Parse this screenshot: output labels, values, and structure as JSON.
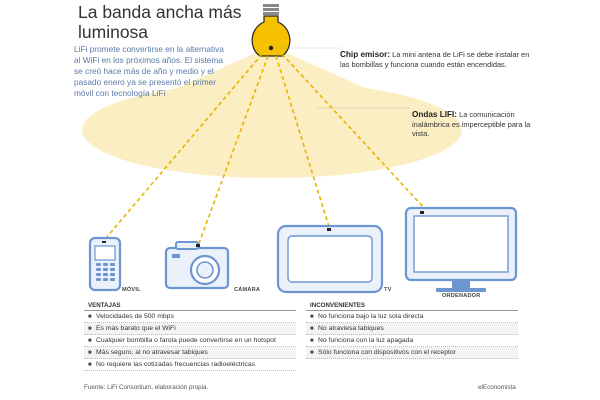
{
  "title": "La banda ancha más luminosa",
  "intro": "LiFi promete convertirse en la alternativa al WiFi en los próximos años. El sistema se creó hace más de año y medio y el pasado enero ya se presentó el primer móvil con tecnología LiFi",
  "chip": {
    "label": "Chip emisor:",
    "text": "La mini antena de LiFi se debe instalar en las bombillas y funciona cuando están encendidas."
  },
  "ondas": {
    "label": "Ondas LIFI:",
    "text": "La comunicación inalámbrica es imperceptible para la vista."
  },
  "devices": {
    "movil": "MÓVIL",
    "camara": "CÁMARA",
    "tv": "TV",
    "ordenador": "ORDENADOR"
  },
  "colors": {
    "light_beam": "#fbeec2",
    "dashed": "#e8b400",
    "device_blue": "#6d96d1",
    "device_fill": "#eaf1fb",
    "bulb": "#f6c200"
  },
  "ventajas": {
    "header": "VENTAJAS",
    "items": [
      "Velocidades de 500 mbps",
      "Es más barato que el WiFi",
      "Cualquier bombilla o farola puede convertirse en un hotspot",
      "Más seguro, al no atravesar tabiques",
      "No requiere las cotizadas frecuencias radioeléctricas"
    ]
  },
  "inconvenientes": {
    "header": "INCONVENIENTES",
    "items": [
      "No funciona bajo la luz sola directa",
      "No atraviesa tabiques",
      "No funciona con la luz apagada",
      "Sólo funciona con dispositivos con el receptor"
    ]
  },
  "source": "Fuente: LiFi Consortium, elaboración propia.",
  "brand": "elEconomista"
}
